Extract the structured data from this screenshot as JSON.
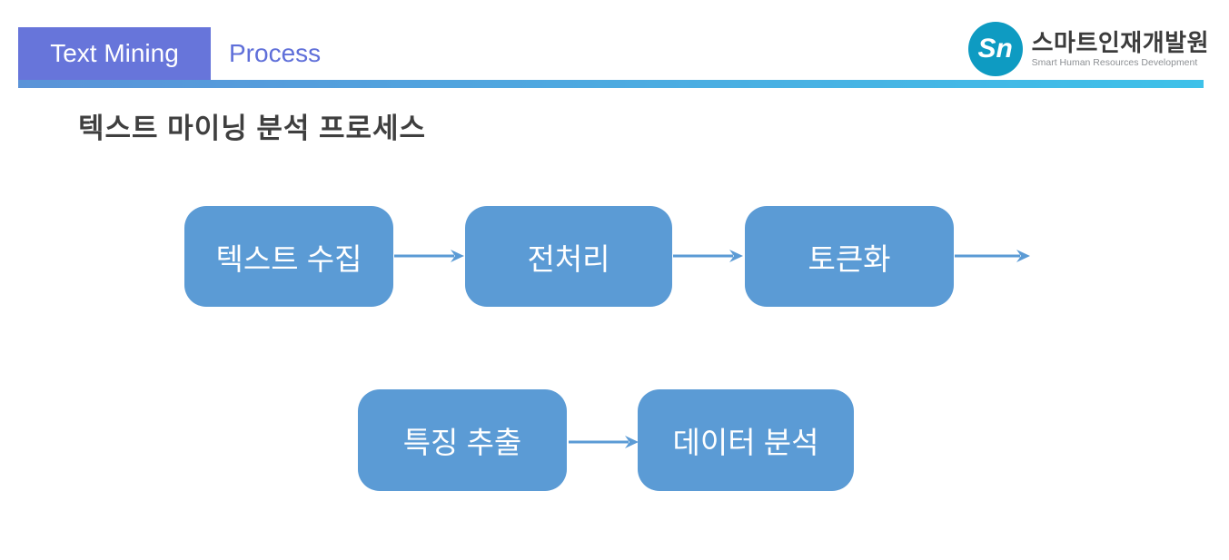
{
  "header": {
    "category": "Text Mining",
    "topic": "Process",
    "category_tab_color": "#6775DA",
    "topic_text_color": "#5F6FD9",
    "underline_gradient_start": "#5B93D8",
    "underline_gradient_end": "#3EC1E9"
  },
  "logo": {
    "monogram": "Sn",
    "name": "스마트인재개발원",
    "subtitle": "Smart Human Resources Development",
    "circle_color": "#0E9BC2"
  },
  "slide": {
    "title": "텍스트 마이닝 분석 프로세스"
  },
  "flow": {
    "box_color": "#5B9BD5",
    "arrow_color": "#5B9BD5",
    "rows": [
      {
        "steps": [
          "텍스트 수집",
          "전처리",
          "토큰화"
        ],
        "trailing_arrow": true
      },
      {
        "steps": [
          "특징 추출",
          "데이터 분석"
        ],
        "trailing_arrow": false
      }
    ]
  }
}
